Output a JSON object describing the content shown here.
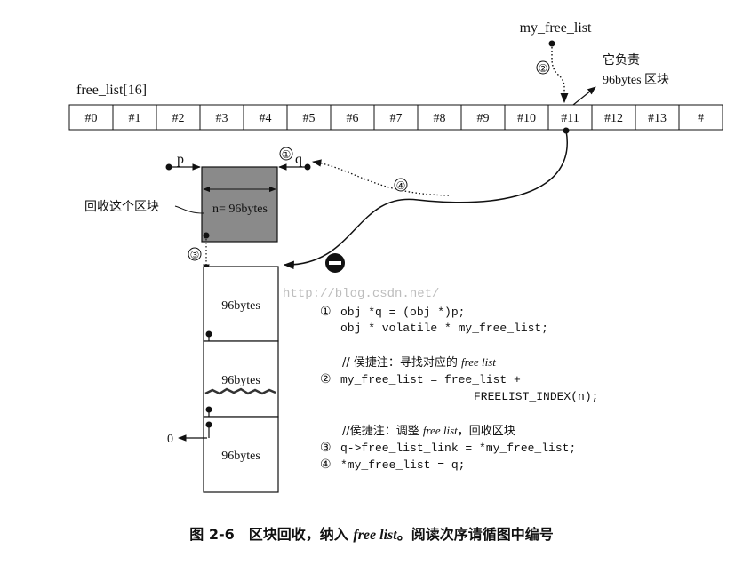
{
  "labels": {
    "my_free_list": "my_free_list",
    "free_list_title": "free_list[16]",
    "responsible_line1": "它负责",
    "responsible_line2": "96bytes 区块",
    "p": "p",
    "q": "q",
    "recycle": "回收这个区块",
    "block_size": "n= 96bytes",
    "nil": "0",
    "watermark": "http://blog.csdn.net/"
  },
  "slots": [
    "#0",
    "#1",
    "#2",
    "#3",
    "#4",
    "#5",
    "#6",
    "#7",
    "#8",
    "#9",
    "#10",
    "#11",
    "#12",
    "#13",
    "#"
  ],
  "chunks": [
    "96bytes",
    "96bytes",
    "96bytes"
  ],
  "steps": {
    "s1": "①",
    "s2": "②",
    "s3": "③",
    "s4": "④"
  },
  "code": {
    "line1_num": "①",
    "line1": "obj *q = (obj *)p;",
    "line2": "obj * volatile * my_free_list;",
    "comment1_prefix": "// 侯捷注：寻找对应的 ",
    "comment1_em": "free list",
    "line3_num": "②",
    "line3": "my_free_list = free_list +",
    "line4": "FREELIST_INDEX(n);",
    "comment2_prefix": "//侯捷注：调整 ",
    "comment2_em": "free list",
    "comment2_suffix": "，回收区块",
    "line5_num": "③",
    "line5": "q->free_list_link = *my_free_list;",
    "line6_num": "④",
    "line6": "*my_free_list = q;"
  },
  "caption": {
    "fig": "图 ",
    "num": "2-6",
    "text_a": "　区块回收，纳入 ",
    "em": "free list",
    "text_b": "。阅读次序请循图中编号"
  }
}
